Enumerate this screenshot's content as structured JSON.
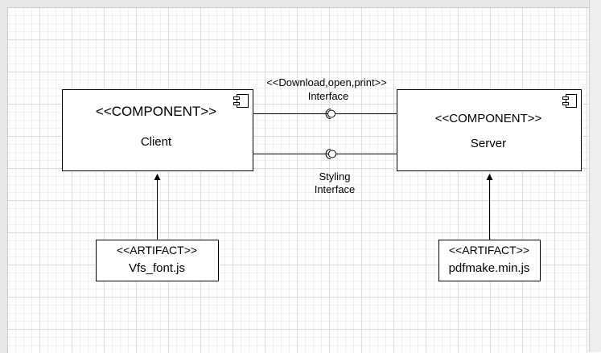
{
  "client": {
    "stereotype": "<<COMPONENT>>",
    "name": "Client"
  },
  "server": {
    "stereotype": "<<COMPONENT>>",
    "name": "Server"
  },
  "interface_top": {
    "line1": "<<Download,open,print>>",
    "line2": "Interface"
  },
  "interface_bottom": {
    "line1": "Styling",
    "line2": "Interface"
  },
  "artifact_left": {
    "stereotype": "<<ARTIFACT>>",
    "name": "Vfs_font.js"
  },
  "artifact_right": {
    "stereotype": "<<ARTIFACT>>",
    "name": "pdfmake.min.js"
  },
  "icons": [
    "component-icon",
    "interface-lollipop-icon",
    "arrowhead-icon"
  ]
}
